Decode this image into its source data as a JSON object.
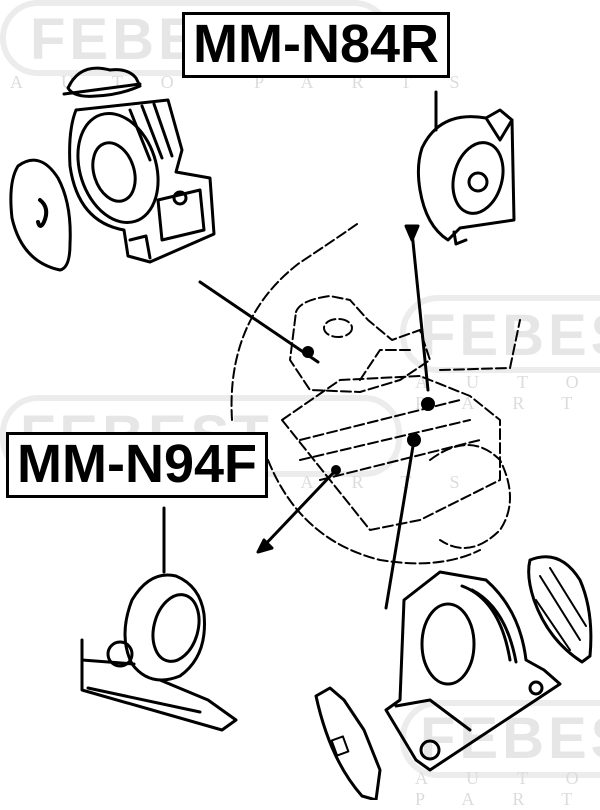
{
  "watermark": {
    "brand": "FEBEST",
    "tagline": "AUTO PARTS"
  },
  "labels": [
    {
      "id": "MM-N84R",
      "text": "MM-N84R"
    },
    {
      "id": "MM-N94F",
      "text": "MM-N94F"
    }
  ],
  "parts": [
    {
      "name": "engine-mount-upper-left",
      "description": "rear/left engine mount with cover plate and cap"
    },
    {
      "name": "engine-mount-upper-right",
      "description": "MM-N84R mount bushing"
    },
    {
      "name": "engine-mount-lower-left",
      "description": "MM-N94F front mount with bracket"
    },
    {
      "name": "engine-mount-lower-right",
      "description": "transmission mount with shield plates"
    },
    {
      "name": "engine-assembly",
      "description": "central engine block outline"
    }
  ]
}
